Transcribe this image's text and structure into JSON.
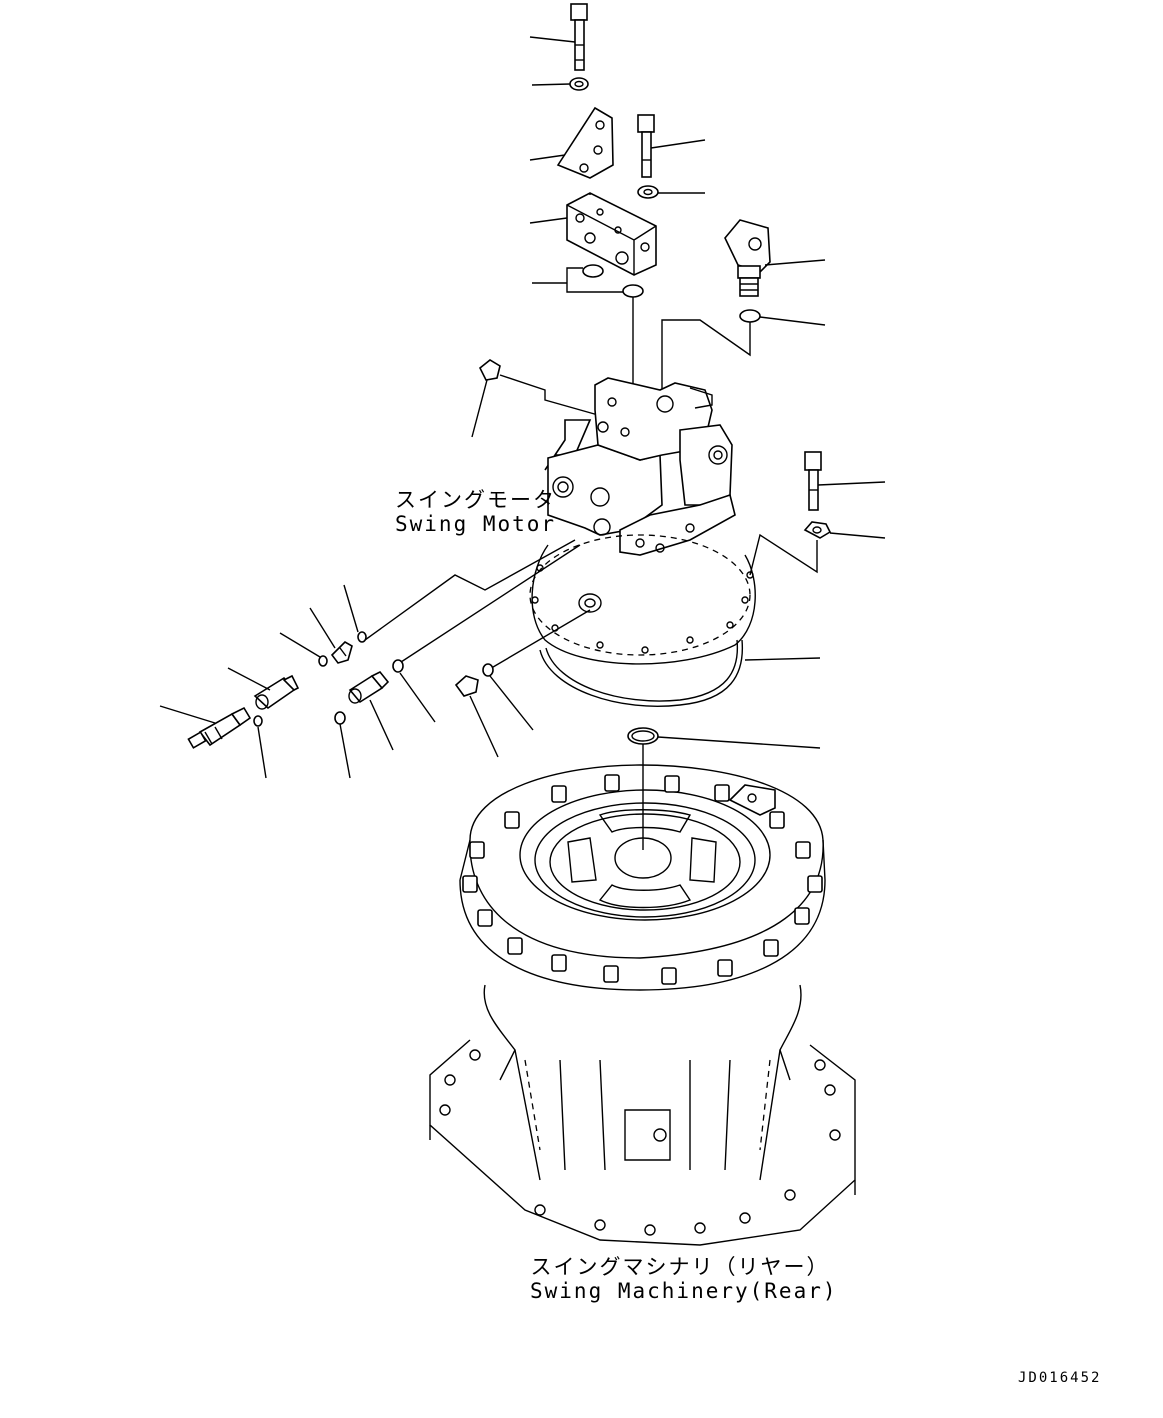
{
  "labels": {
    "swing_motor_jp": "スイングモータ",
    "swing_motor_en": "Swing Motor",
    "swing_machinery_jp": "スイングマシナリ（リヤー）",
    "swing_machinery_en": "Swing Machinery(Rear)"
  },
  "drawing_number": "JD016452"
}
